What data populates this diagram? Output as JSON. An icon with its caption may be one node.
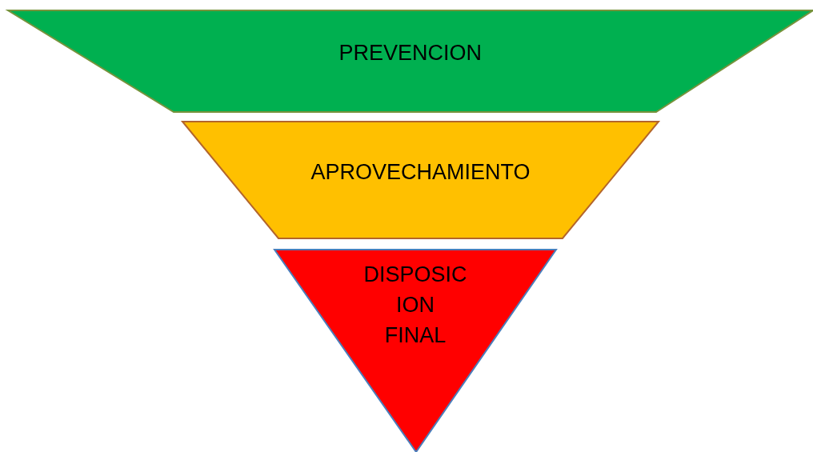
{
  "diagram": {
    "nodes": [
      {
        "text": [
          "PREVENCION"
        ]
      },
      {
        "text": [
          "APROVECHAMIENTO"
        ]
      },
      {
        "text": [
          "DISPOSIC ION FINAL"
        ]
      }
    ]
  }
}
